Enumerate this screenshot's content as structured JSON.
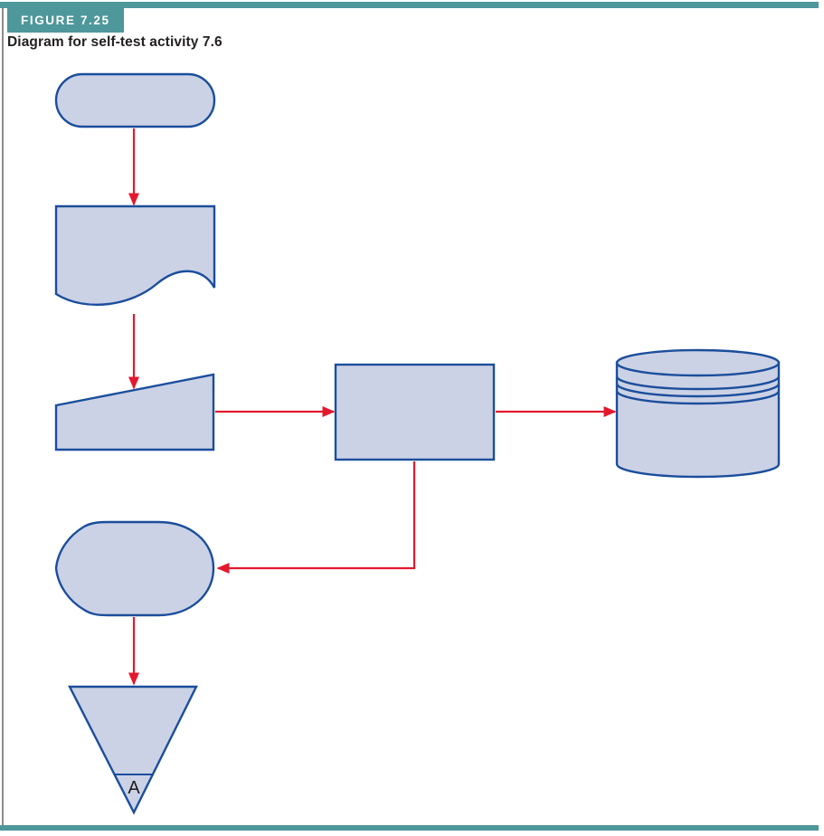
{
  "figure": {
    "label": "FIGURE 7.25",
    "caption": "Diagram for self-test activity 7.6"
  },
  "colors": {
    "accent-teal": "#4e979b",
    "node-fill": "#cbd2e6",
    "node-stroke": "#1b4e9b",
    "arrow-red": "#e4182d",
    "edge-gray": "#8c8c8c",
    "text-dark": "#231f20"
  },
  "diagram": {
    "type": "flowchart",
    "nodes": [
      {
        "id": "start",
        "type": "terminator",
        "label": ""
      },
      {
        "id": "document",
        "type": "document",
        "label": ""
      },
      {
        "id": "manual-input",
        "type": "manual-input",
        "label": ""
      },
      {
        "id": "process",
        "type": "process",
        "label": ""
      },
      {
        "id": "disk-storage",
        "type": "magnetic-disk-storage",
        "label": ""
      },
      {
        "id": "display",
        "type": "display",
        "label": ""
      },
      {
        "id": "offline-storage",
        "type": "offline-storage-triangle",
        "label": "A"
      }
    ],
    "edges": [
      {
        "from": "start",
        "to": "document"
      },
      {
        "from": "document",
        "to": "manual-input"
      },
      {
        "from": "manual-input",
        "to": "process"
      },
      {
        "from": "process",
        "to": "disk-storage"
      },
      {
        "from": "process",
        "to": "display"
      },
      {
        "from": "display",
        "to": "offline-storage"
      }
    ]
  }
}
